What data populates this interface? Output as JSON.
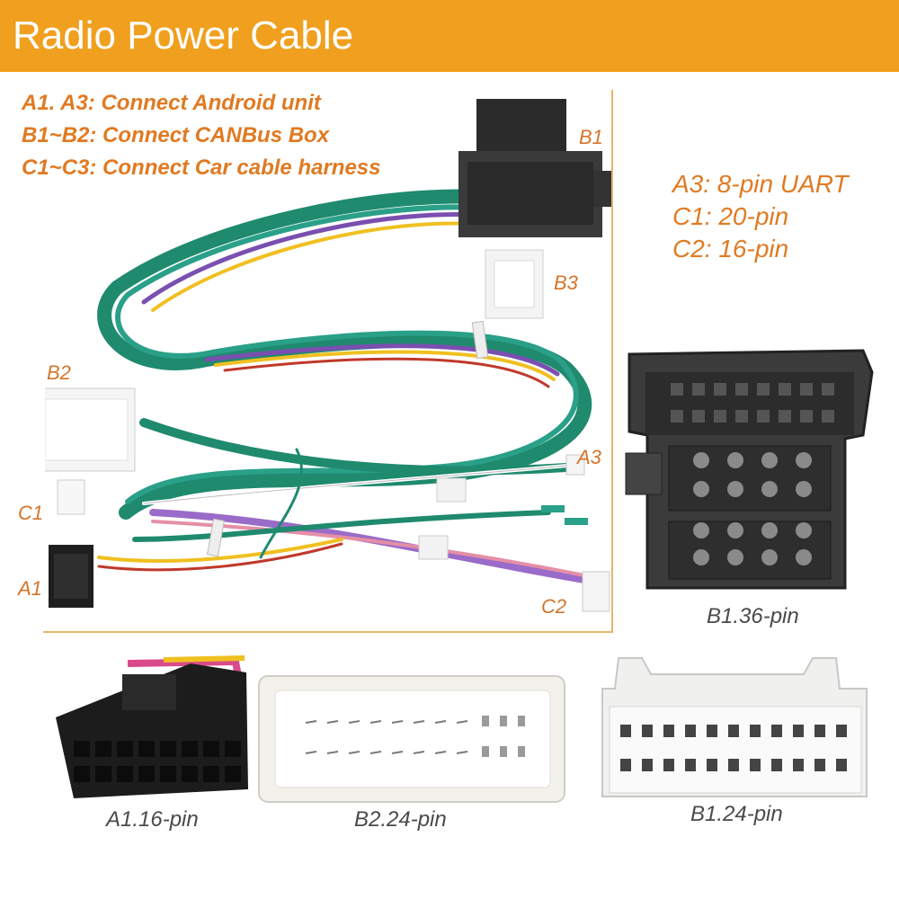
{
  "header": {
    "title": "Radio Power Cable",
    "background_color": "#f0a01e"
  },
  "legend_notes": [
    "A1. A3: Connect Android unit",
    "B1~B2: Connect CANBus Box",
    "C1~C3: Connect Car cable harness"
  ],
  "pin_specs": [
    "A3: 8-pin UART",
    "C1: 20-pin",
    "C2: 16-pin"
  ],
  "connector_tags": {
    "b1": "B1",
    "b2": "B2",
    "b3": "B3",
    "a1": "A1",
    "a3": "A3",
    "c1": "C1",
    "c2": "C2"
  },
  "captions": {
    "b1_36": "B1.36-pin",
    "a1_16": "A1.16-pin",
    "b2_24": "B2.24-pin",
    "b1_24": "B1.24-pin"
  },
  "colors": {
    "accent": "#f0a01e",
    "label_orange": "#e07a22",
    "wire_green": "#1f8a6e"
  }
}
